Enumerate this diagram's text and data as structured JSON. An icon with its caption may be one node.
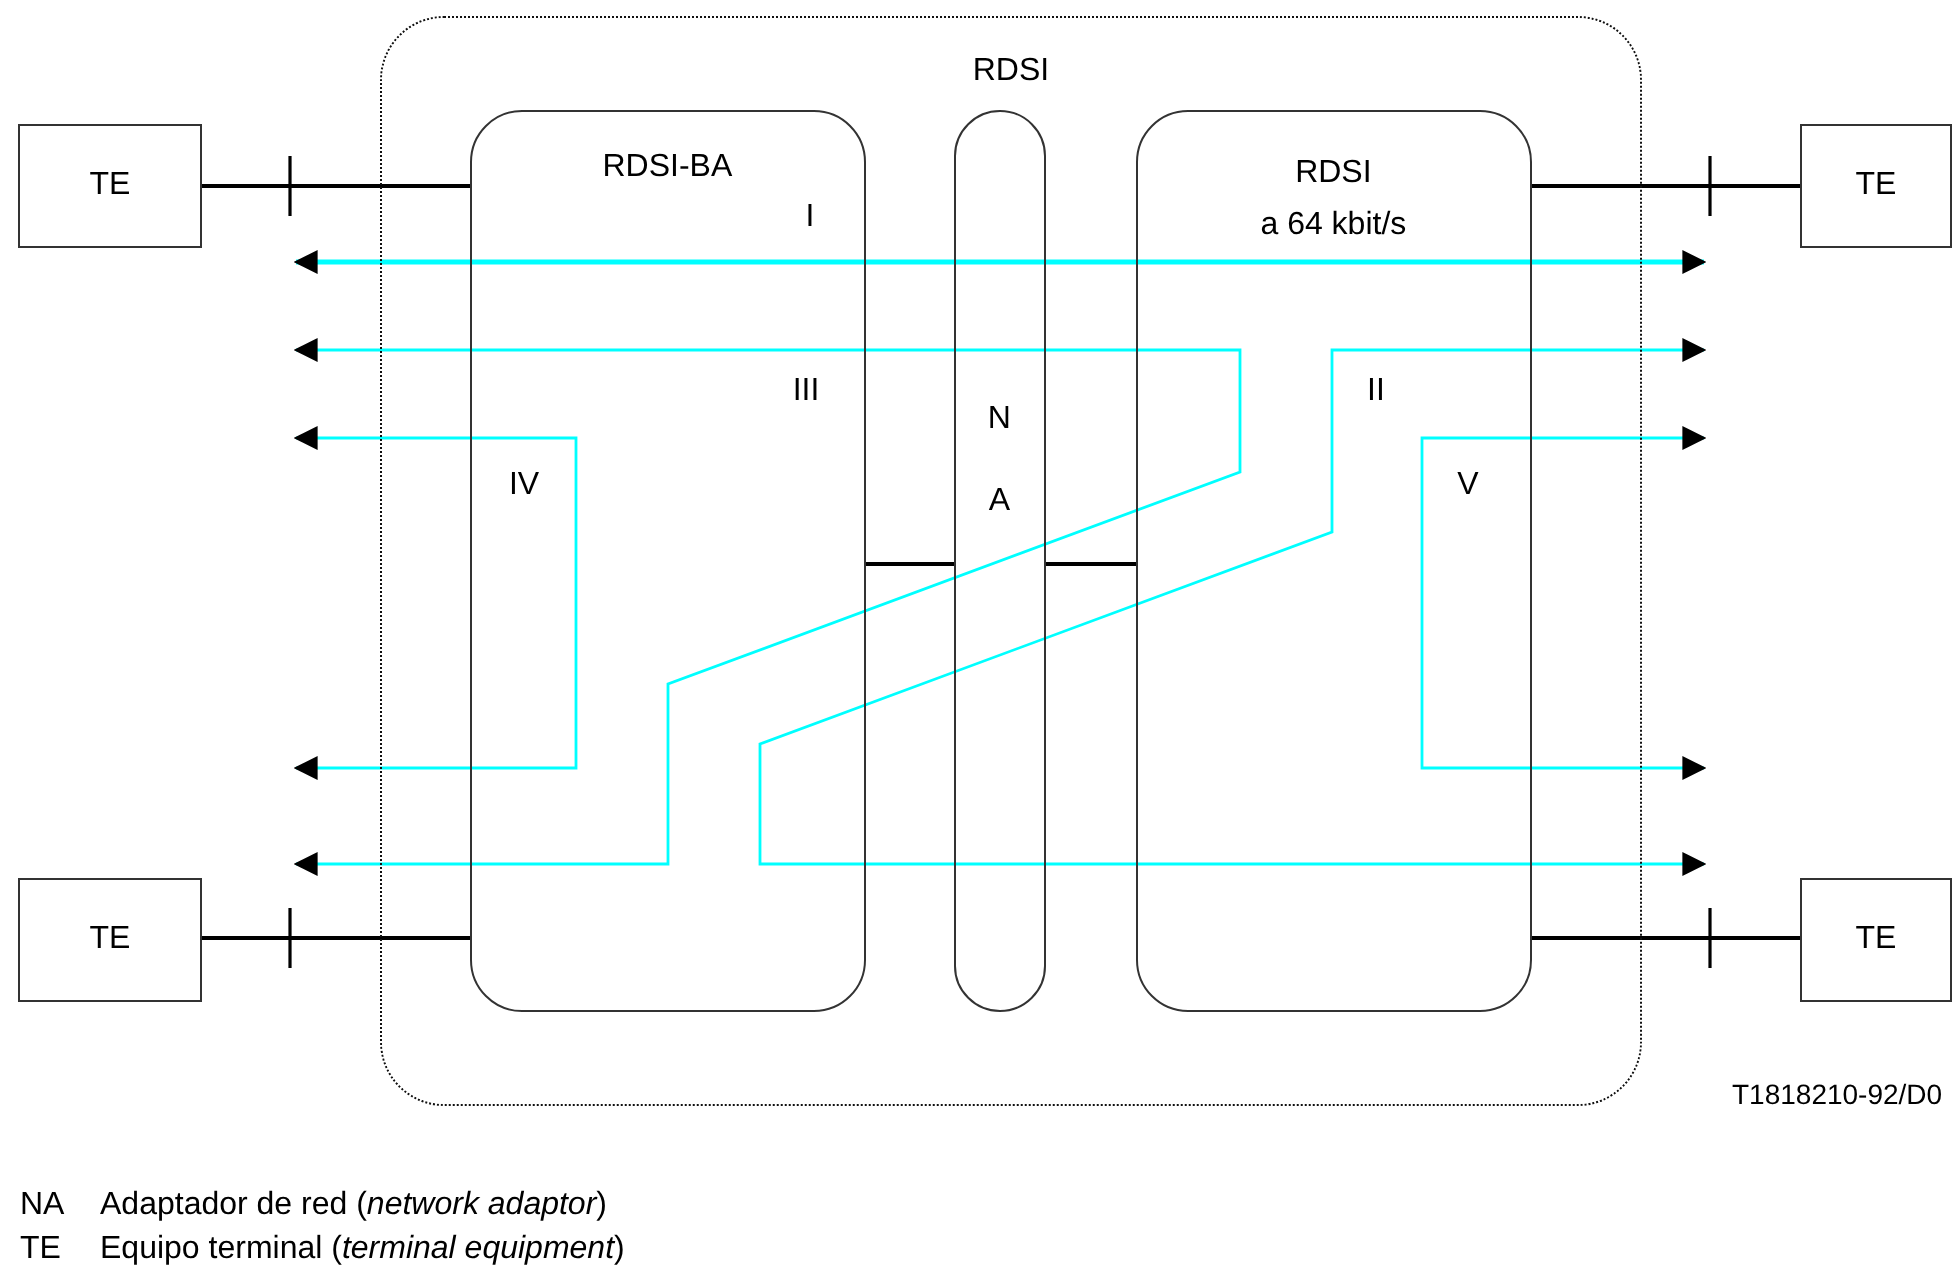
{
  "diagram": {
    "nodes": [
      {
        "text": [
          "TE"
        ]
      },
      {
        "text": [
          "RDSI"
        ]
      },
      {
        "text": [
          "RDSI-BA"
        ],
        "in": 1
      },
      {
        "text": [
          "N A"
        ],
        "in": 1
      },
      {
        "text": [
          "RDSI a 64 kbit/s"
        ],
        "in": 1
      },
      {
        "text": [
          "TE"
        ]
      },
      {
        "text": [
          "TE"
        ]
      },
      {
        "text": [
          "TE"
        ]
      }
    ],
    "edges": [
      {
        "from": 0,
        "to": 2,
        "arrow": "none"
      },
      {
        "from": 4,
        "to": 5,
        "arrow": "none"
      },
      {
        "from": 2,
        "to": 3,
        "arrow": "none"
      },
      {
        "from": 3,
        "to": 4,
        "arrow": "none"
      },
      {
        "from": 6,
        "to": 2,
        "arrow": "none"
      },
      {
        "from": 4,
        "to": 7,
        "arrow": "none"
      }
    ],
    "labels": [
      "I",
      "III",
      "II",
      "IV",
      "V",
      "T1818210-92/D0",
      "NA",
      "Adaptador de red (*network adaptor*)",
      "TE",
      "Equipo terminal (*terminal equipment*)"
    ]
  }
}
